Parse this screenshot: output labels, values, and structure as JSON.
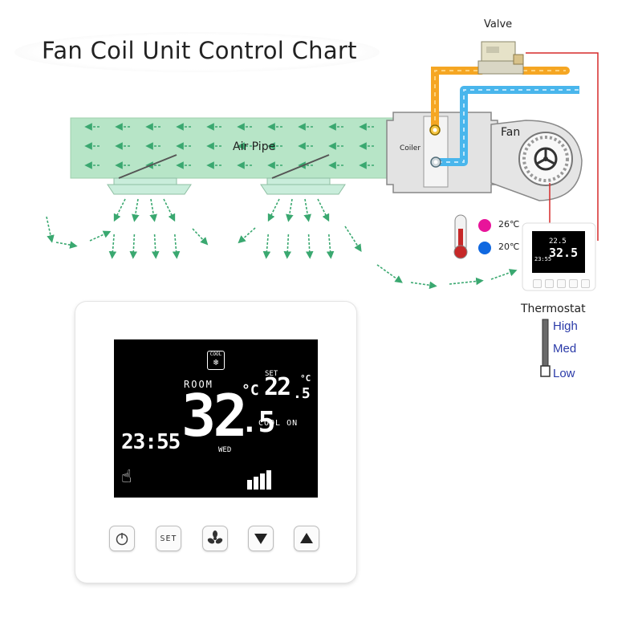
{
  "title": "Fan Coil Unit Control Chart",
  "labels": {
    "valve": "Valve",
    "air_pipe": "Air Pipe",
    "coiler": "Coiler",
    "fan": "Fan",
    "thermostat": "Thermostat"
  },
  "temps": {
    "hot": {
      "label": "26℃",
      "color": "#e8149a"
    },
    "cold": {
      "label": "20℃",
      "color": "#1068e0"
    }
  },
  "fan_speeds": [
    "High",
    "Med",
    "Low"
  ],
  "colors": {
    "hot_pipe": "#f5a623",
    "cold_pipe": "#49b6ec",
    "air_pipe": "#b7e5c7",
    "airflow": "#3aa870",
    "wire": "#d62a2a"
  },
  "display": {
    "mode_icon": "COOL",
    "room_label": "ROOM",
    "room_temp_int": "32",
    "room_temp_dec": ".5",
    "room_unit": "°C",
    "set_label": "SET",
    "set_temp": "22",
    "set_temp_dec": ".5",
    "set_unit": "°C",
    "status": "COOL ON",
    "time": "23:55",
    "day": "WED"
  },
  "small_display": {
    "set_temp": "22.5",
    "room_temp": "32.5",
    "time": "23:55"
  },
  "buttons": {
    "set_label": "SET"
  }
}
